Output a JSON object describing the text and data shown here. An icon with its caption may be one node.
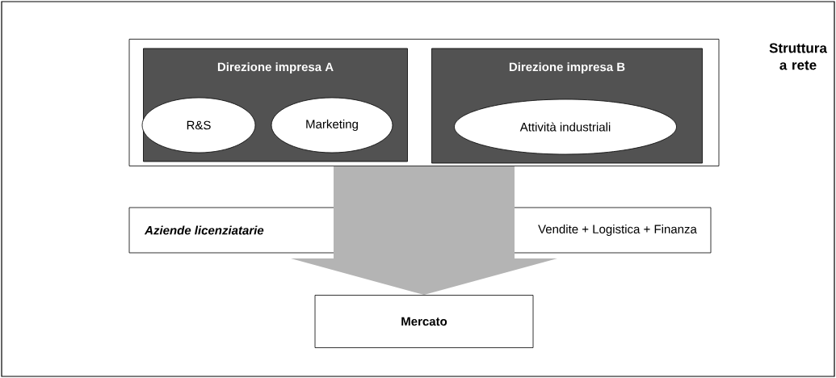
{
  "diagram": {
    "title": "Struttura a rete",
    "nodes": [
      {
        "text": [],
        "shape": "box"
      },
      {
        "text": [
          "Direzione impresa A"
        ],
        "in": 0
      },
      {
        "text": [
          "R&S"
        ],
        "in": 1
      },
      {
        "text": [
          "Marketing"
        ],
        "in": 1
      },
      {
        "text": [
          "Direzione impresa B"
        ],
        "in": 0
      },
      {
        "text": [
          "Attività industriali"
        ],
        "in": 4
      },
      {
        "text": [
          "Aziende licenziatarie",
          "Vendite + Logistica + Finanza"
        ]
      },
      {
        "text": [
          "Mercato"
        ]
      }
    ],
    "edges": [
      {
        "from": 0,
        "to": 7,
        "arrow": "to"
      }
    ]
  }
}
